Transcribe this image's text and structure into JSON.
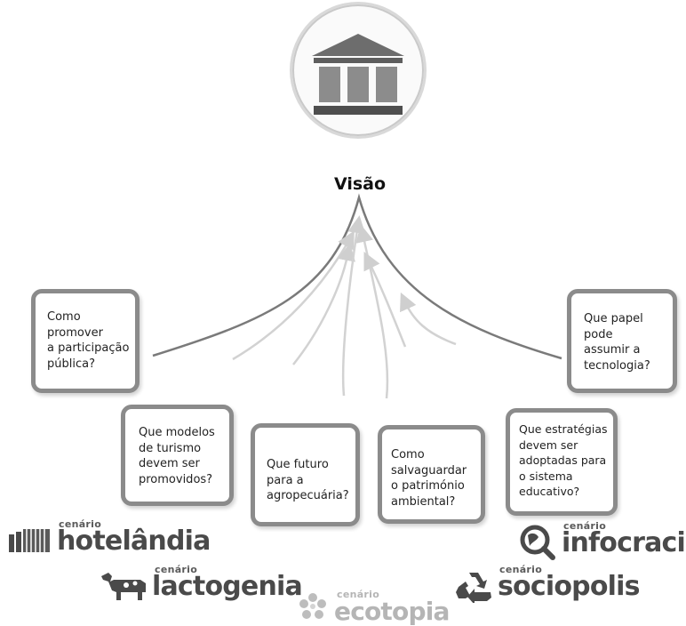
{
  "vision": {
    "title": "Visão",
    "icon": "government-building-icon"
  },
  "questions": [
    {
      "id": "participacao",
      "lines": [
        "Como",
        "promover",
        "a participação",
        "pública?"
      ]
    },
    {
      "id": "tecnologia",
      "lines": [
        "Que papel",
        "pode",
        "assumir a",
        "tecnologia?"
      ]
    },
    {
      "id": "turismo",
      "lines": [
        "Que modelos",
        "de turismo",
        "devem ser",
        "promovidos?"
      ]
    },
    {
      "id": "agropecuaria",
      "lines": [
        "Que futuro",
        "para a",
        "agropecuária?"
      ]
    },
    {
      "id": "ambiental",
      "lines": [
        "Como",
        "salvaguardar",
        "o património",
        "ambiental?"
      ]
    },
    {
      "id": "educacao",
      "lines": [
        "Que estratégias",
        "devem ser",
        "adoptadas para",
        "o sistema",
        "educativo?"
      ]
    }
  ],
  "scenarios": [
    {
      "prefix": "cenário",
      "name": "hotelândia",
      "icon": "hotel-building-icon"
    },
    {
      "prefix": "cenário",
      "name": "lactogenia",
      "icon": "cow-icon"
    },
    {
      "prefix": "cenário",
      "name": "ecotopia",
      "icon": "flower-icon"
    },
    {
      "prefix": "cenário",
      "name": "infocracia",
      "icon": "globe-search-icon"
    },
    {
      "prefix": "cenário",
      "name": "sociopolis",
      "icon": "recycle-icon"
    }
  ],
  "colors": {
    "box_border": "#8b8b8b",
    "curve": "#7a7a7a",
    "arrow": "#cfcfcf",
    "logo_text": "#4a4a4a",
    "logo_text_faded": "#b5b5b5"
  }
}
